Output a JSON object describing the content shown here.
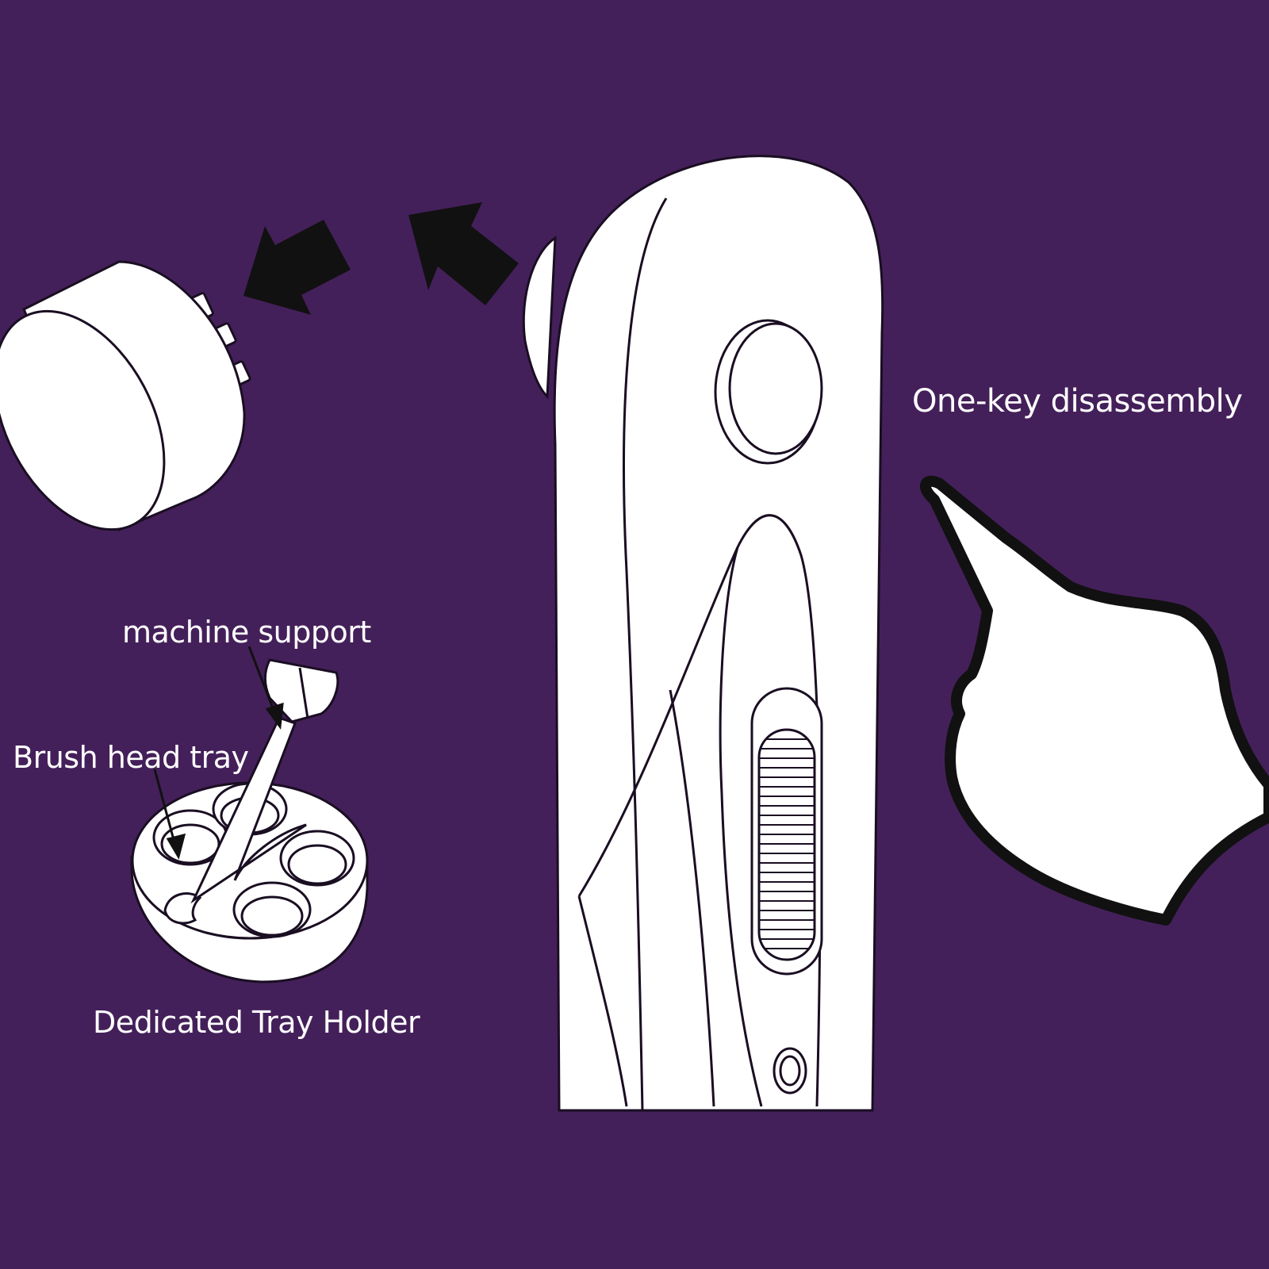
{
  "labels": {
    "one_key": "One-key disassembly",
    "machine_support": "machine support",
    "brush_head_tray": "Brush head tray",
    "tray_holder": "Dedicated Tray Holder"
  },
  "colors": {
    "background": "#44205a",
    "outline": "#1a0e22",
    "fill": "#ffffff",
    "arrow": "#111111"
  }
}
